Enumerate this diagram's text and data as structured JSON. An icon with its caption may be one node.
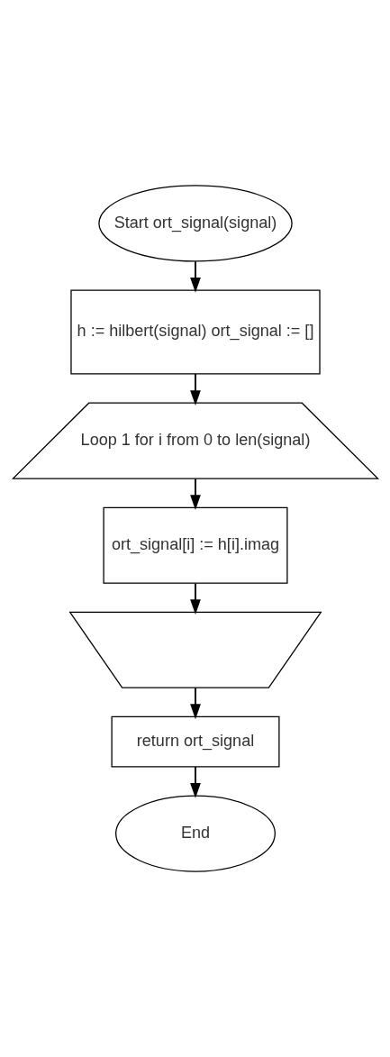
{
  "diagram": {
    "nodes": [
      {
        "text": [
          "Start ort_signal(signal)"
        ]
      },
      {
        "text": [
          "h := hilbert(signal) ort_signal := []"
        ]
      },
      {
        "text": [
          "Loop 1 for i from 0 to len(signal)"
        ]
      },
      {
        "text": [
          "ort_signal[i] := h[i].imag"
        ]
      },
      {
        "text": [],
        "shape": "box"
      },
      {
        "text": [
          "return ort_signal"
        ]
      },
      {
        "text": [
          "End"
        ]
      }
    ],
    "edges": [
      {
        "from": 0,
        "to": 1,
        "arrow": "to"
      },
      {
        "from": 1,
        "to": 2,
        "arrow": "to"
      },
      {
        "from": 2,
        "to": 3,
        "arrow": "to"
      },
      {
        "from": 3,
        "to": 4,
        "arrow": "to"
      },
      {
        "from": 4,
        "to": 5,
        "arrow": "to"
      },
      {
        "from": 5,
        "to": 6,
        "arrow": "to"
      }
    ]
  }
}
